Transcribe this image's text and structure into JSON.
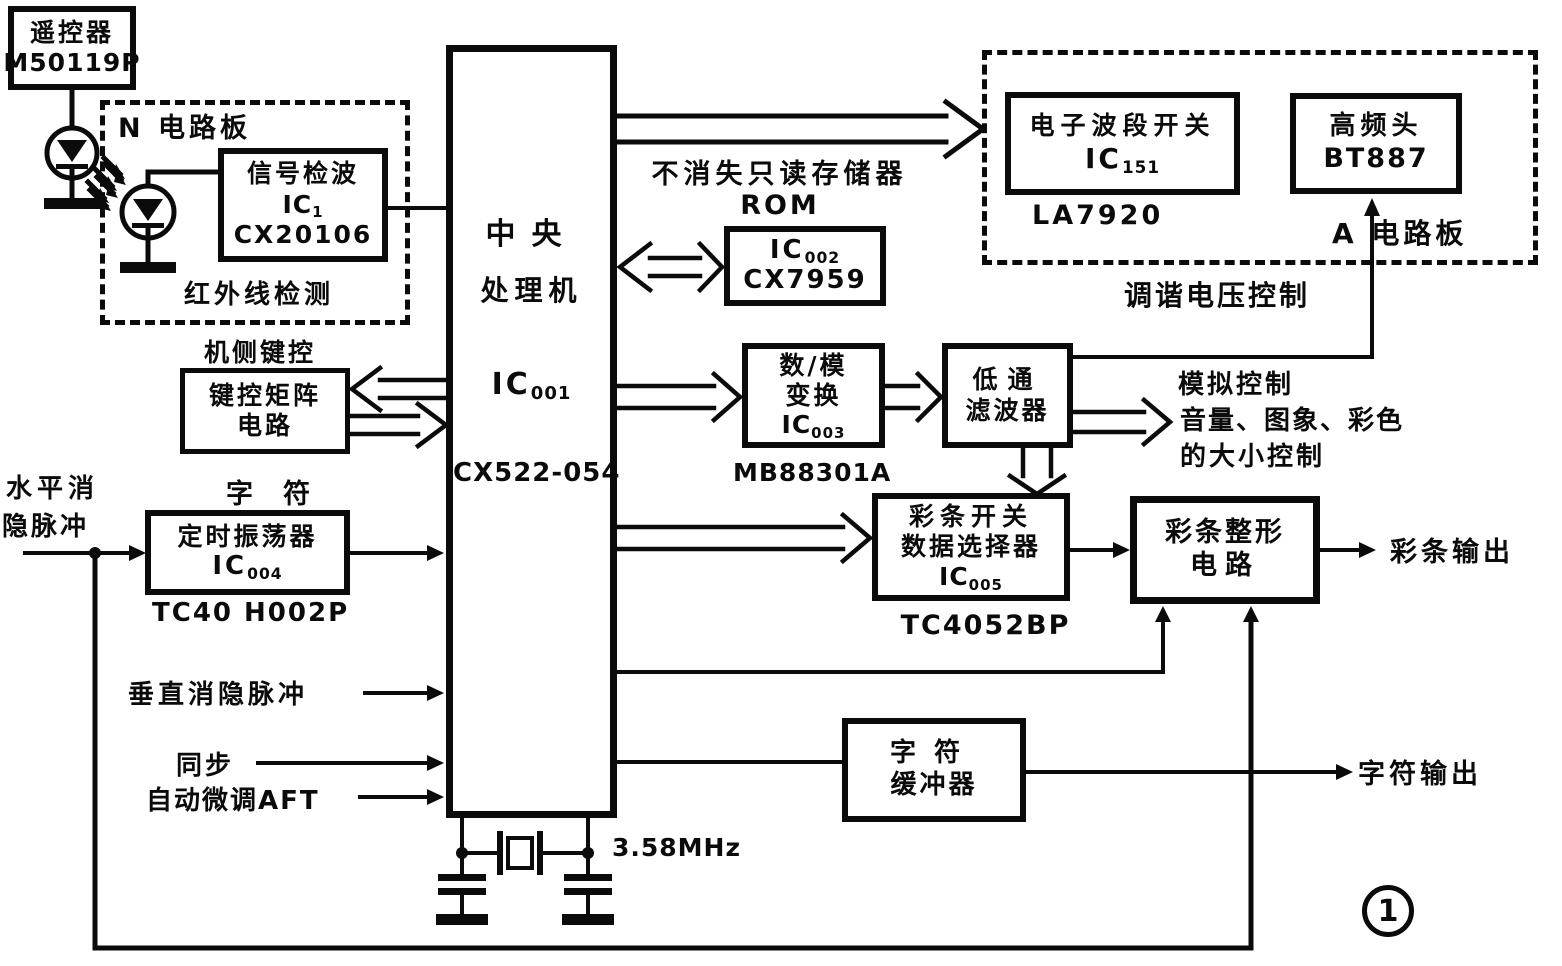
{
  "remote": {
    "name": "遥控器",
    "part": "M50119P"
  },
  "n_board": {
    "title": "N 电路板",
    "detector_line1": "信号检波",
    "detector_ic": "IC",
    "detector_ic_sub": "1",
    "detector_part": "CX20106",
    "caption": "红外线检测"
  },
  "keypad": {
    "caption": "机侧键控",
    "line1": "键控矩阵",
    "line2": "电路"
  },
  "cpu": {
    "line1": "中央",
    "line2": "处理机",
    "ic": "IC",
    "ic_sub": "001",
    "part": "CX522-054"
  },
  "rom": {
    "caption": "不消失只读存储器",
    "caption2": "ROM",
    "ic": "IC",
    "ic_sub": "002",
    "part": "CX7959"
  },
  "a_board": {
    "title": "A 电路板",
    "caption": "调谐电压控制",
    "band_line1": "电子波段开关",
    "band_ic": "IC",
    "band_ic_sub": "151",
    "band_part": "LA7920",
    "tuner_line1": "高频头",
    "tuner_part": "BT887"
  },
  "dac": {
    "line1": "数/模",
    "line2": "变换",
    "ic": "IC",
    "ic_sub": "003",
    "part": "MB88301A"
  },
  "lpf": {
    "line1": "低通",
    "line2": "滤波器"
  },
  "analog": {
    "line1": "模拟控制",
    "line2": "音量、图象、彩色",
    "line3": "的大小控制"
  },
  "mux": {
    "line1": "彩条开关",
    "line2": "数据选择器",
    "ic": "IC",
    "ic_sub": "005",
    "part": "TC4052BP"
  },
  "shaper": {
    "line1": "彩条整形",
    "line2": "电路",
    "output": "彩条输出"
  },
  "buffer": {
    "line1": "字符",
    "line2": "缓冲器",
    "output": "字符输出"
  },
  "osc": {
    "caption": "字符",
    "line1": "定时振荡器",
    "ic": "IC",
    "ic_sub": "004",
    "part": "TC40 H002P"
  },
  "inputs": {
    "hblank_line1": "水平消",
    "hblank_line2": "隐脉冲",
    "vblank": "垂直消隐脉冲",
    "sync": "同步",
    "aft": "自动微调AFT"
  },
  "crystal": {
    "freq": "3.58MHz"
  },
  "figure": {
    "mark": "1"
  }
}
